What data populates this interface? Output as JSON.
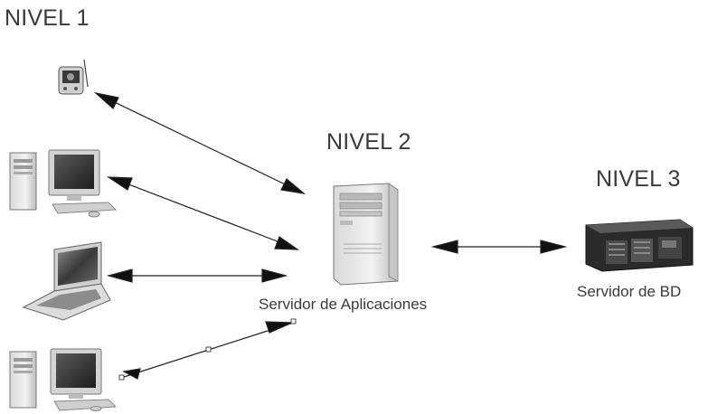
{
  "levels": {
    "level1": "NIVEL 1",
    "level2": "NIVEL 2",
    "level3": "NIVEL 3"
  },
  "nodes": {
    "app_server_label": "Servidor de Aplicaciones",
    "db_server_label": "Servidor de BD"
  },
  "icons": {
    "client_pda": "pda-device-icon",
    "client_desktop_1": "desktop-computer-icon",
    "client_laptop": "laptop-icon",
    "client_desktop_2": "desktop-computer-icon",
    "app_server": "tower-server-icon",
    "db_server": "rack-server-icon"
  },
  "colors": {
    "line": "#222222",
    "label": "#3a3a3a"
  }
}
